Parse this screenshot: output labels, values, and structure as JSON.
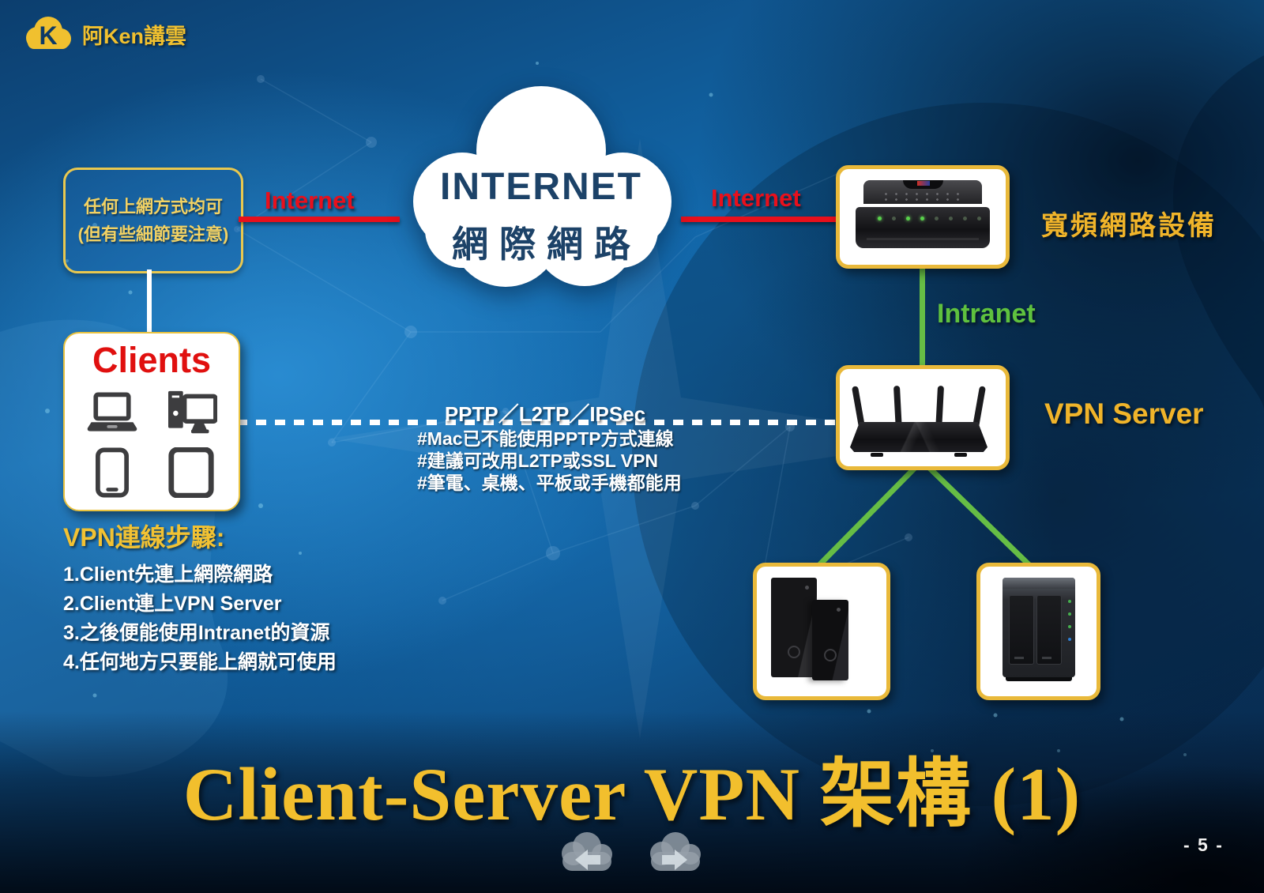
{
  "brand": {
    "name": "阿Ken講雲"
  },
  "note_box": {
    "line1": "任何上網方式均可",
    "line2": "(但有些細節要注意)"
  },
  "internet_cloud": {
    "title": "INTERNET",
    "subtitle": "網際網路"
  },
  "connections": {
    "internet_left": "Internet",
    "internet_right": "Internet",
    "intranet": "Intranet",
    "protocols": "PPTP／L2TP／IPSec"
  },
  "devices": {
    "broadband_label": "寬頻網路設備",
    "vpn_server_label": "VPN Server"
  },
  "protocol_notes": [
    "#Mac已不能使用PPTP方式連線",
    "#建議可改用L2TP或SSL VPN",
    "#筆電、桌機、平板或手機都能用"
  ],
  "clients": {
    "title": "Clients"
  },
  "vpn_steps": {
    "title": "VPN連線步驟:",
    "steps": [
      "1.Client先連上網際網路",
      "2.Client連上VPN Server",
      "3.之後便能使用Intranet的資源",
      "4.任何地方只要能上網就可使用"
    ]
  },
  "footer": {
    "title": "Client-Server VPN 架構 (1)",
    "page_number": "- 5 -"
  },
  "icons": {
    "logo": "cloud-k-icon",
    "internet": "cloud-icon",
    "broadband": "modem-icon",
    "vpn_server": "wireless-router-icon",
    "clients": [
      "laptop-icon",
      "desktop-icon",
      "smartphone-icon",
      "tablet-icon"
    ],
    "lan_devices": [
      "pc-towers-icon",
      "nas-icon"
    ],
    "nav": [
      "cloud-arrow-left-icon",
      "cloud-arrow-right-icon"
    ]
  },
  "colors": {
    "accent_yellow": "#F0B42A",
    "box_border_yellow": "#E9B93A",
    "red": "#E8101C",
    "green": "#66BD45",
    "cloud_text_navy": "#1C4268",
    "background_blue": "#0F5894"
  }
}
